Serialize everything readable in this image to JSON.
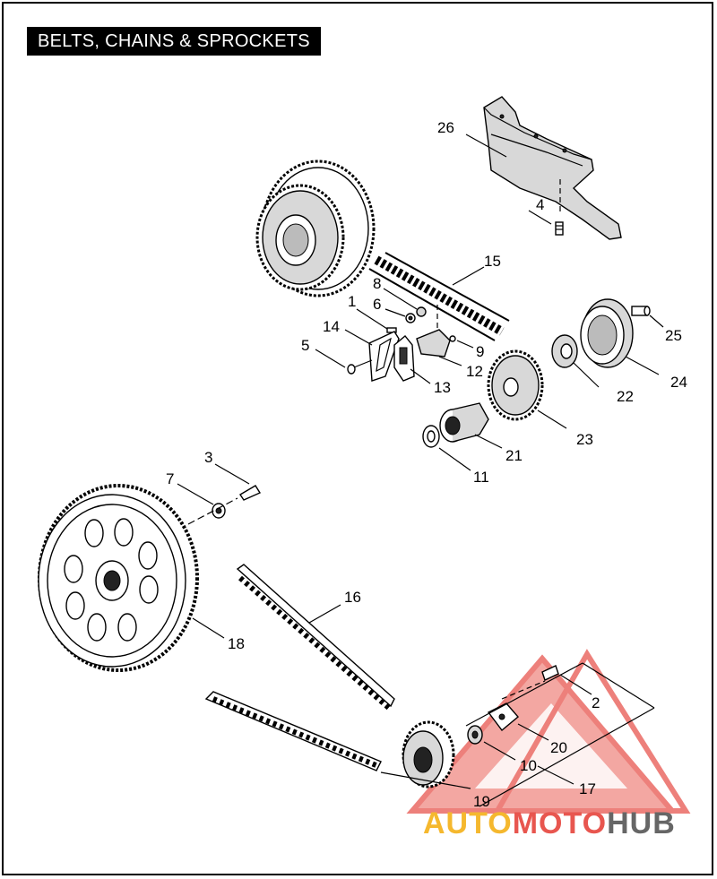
{
  "title": "BELTS, CHAINS & SPROCKETS",
  "callouts": [
    {
      "id": "c1",
      "label": "1"
    },
    {
      "id": "c2",
      "label": "2"
    },
    {
      "id": "c3",
      "label": "3"
    },
    {
      "id": "c4",
      "label": "4"
    },
    {
      "id": "c5",
      "label": "5"
    },
    {
      "id": "c6",
      "label": "6"
    },
    {
      "id": "c7",
      "label": "7"
    },
    {
      "id": "c8",
      "label": "8"
    },
    {
      "id": "c9",
      "label": "9"
    },
    {
      "id": "c10",
      "label": "10"
    },
    {
      "id": "c11",
      "label": "11"
    },
    {
      "id": "c12",
      "label": "12"
    },
    {
      "id": "c13",
      "label": "13"
    },
    {
      "id": "c14",
      "label": "14"
    },
    {
      "id": "c15",
      "label": "15"
    },
    {
      "id": "c16",
      "label": "16"
    },
    {
      "id": "c17",
      "label": "17"
    },
    {
      "id": "c18",
      "label": "18"
    },
    {
      "id": "c19",
      "label": "19"
    },
    {
      "id": "c20",
      "label": "20"
    },
    {
      "id": "c21",
      "label": "21"
    },
    {
      "id": "c22",
      "label": "22"
    },
    {
      "id": "c23",
      "label": "23"
    },
    {
      "id": "c24",
      "label": "24"
    },
    {
      "id": "c25",
      "label": "25"
    },
    {
      "id": "c26",
      "label": "26"
    }
  ],
  "watermark": {
    "part1": "AUTO",
    "part2": "MOTO",
    "part3": "HUB",
    "color1": "#f5b82e",
    "color2": "#e8564f",
    "color3": "#666666"
  }
}
